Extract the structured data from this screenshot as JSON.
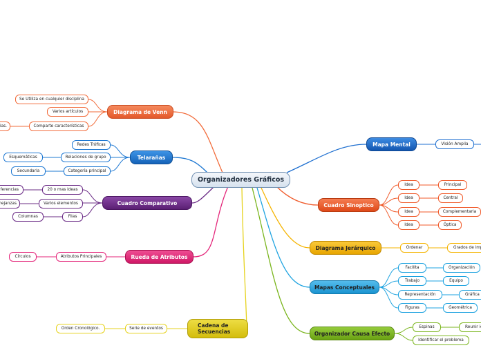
{
  "root": {
    "label": "Organizadores Gráficos"
  },
  "branches": {
    "venn": {
      "label": "Diagrama de Venn",
      "color": "#f26b3a",
      "children": [
        "Se Utiliza en cualquier disciplina",
        "Varios artículos",
        "Comparte características"
      ],
      "grandchildren": [
        "Diferencias."
      ]
    },
    "telaranas": {
      "label": "Telarañas",
      "color": "#1e78d2",
      "children": [
        "Redes Tróficas",
        "Relaciones de grupo",
        "Categoría principal"
      ],
      "grandchildren": [
        "Esquemáticas",
        "Secundaria"
      ]
    },
    "comparativo": {
      "label": "Cuadro Comparativo",
      "color": "#6b2c86",
      "children": [
        "20 o mas ideas",
        "Varios elementos",
        "Filas"
      ],
      "grandchildren": [
        "Diferencias",
        "Semejanzas",
        "Columnas"
      ]
    },
    "rueda": {
      "label": "Rueda de Atributos",
      "color": "#e4267a",
      "children": [
        "Atributos Principales"
      ],
      "grandchildren": [
        "Círculos"
      ]
    },
    "secuencias": {
      "label": "Cadena de Secuencias",
      "color": "#e6d21c",
      "children": [
        "Serie de eventos"
      ],
      "grandchildren": [
        "Orden Cronológico."
      ]
    },
    "mapa_mental": {
      "label": "Mapa Mental",
      "color": "#1e6fd0",
      "children": [
        "Visión Amplia"
      ]
    },
    "sinoptico": {
      "label": "Cuadro Sinoptico",
      "color": "#f05a2a",
      "children": [
        "Idea",
        "Idea",
        "Idea",
        "Idea"
      ],
      "grandchildren": [
        "Principal",
        "Central",
        "Complementaria",
        "Óptica"
      ]
    },
    "jerarquico": {
      "label": "Diagrama Jerárquico",
      "color": "#f5b400",
      "children": [
        "Ordenar"
      ],
      "grandchildren": [
        "Grados de importancia"
      ]
    },
    "conceptuales": {
      "label": "Mapas Conceptuales",
      "color": "#1ea3e0",
      "children": [
        "Facilita",
        "Trabajo",
        "Representación",
        "Figuras"
      ],
      "grandchildren": [
        "Organización",
        "Equipo",
        "Gráfica",
        "Geométrica"
      ]
    },
    "causa_efecto": {
      "label": "Organizador Causa Efecto",
      "color": "#7ab51d",
      "children": [
        "Espinas",
        "Identificar el problema"
      ],
      "grandchildren": [
        "Reunir ideas"
      ]
    }
  }
}
